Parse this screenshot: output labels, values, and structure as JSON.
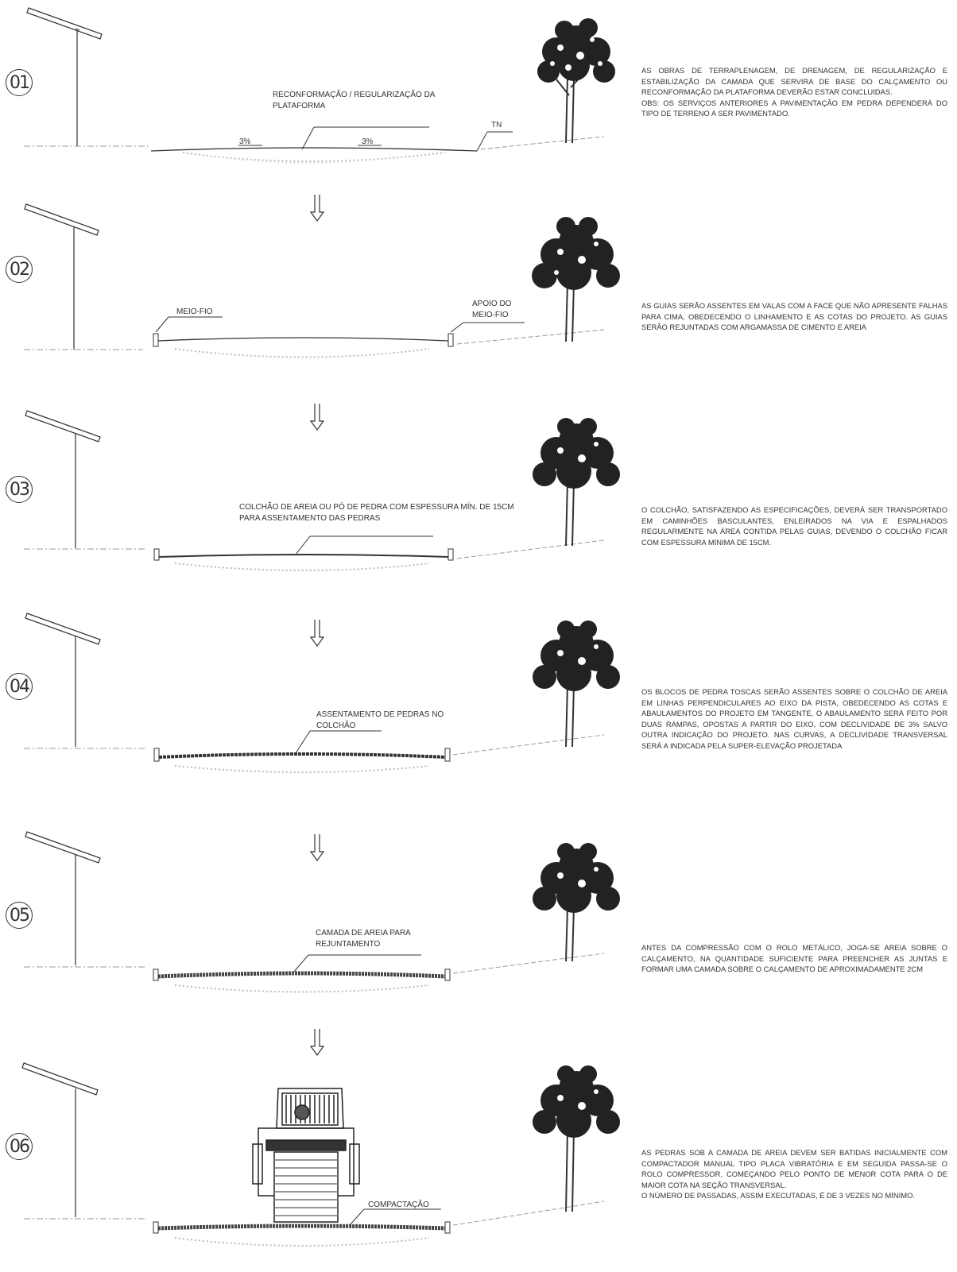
{
  "steps": [
    {
      "number": "01",
      "labels": [
        "RECONFORMAÇÃO / REGULARIZAÇÃO DA PLATAFORMA",
        "3%",
        "3%",
        "TN"
      ],
      "description": "AS OBRAS DE TERRAPLENAGEM, DE DRENAGEM, DE REGULARIZAÇÃO E ESTABILIZAÇÃO DA CAMADA QUE SERVIRA DE BASE DO CALÇAMENTO OU RECONFORMAÇÃO DA PLATAFORMA DEVERÃO ESTAR CONCLUIDAS.",
      "note": "OBS: OS SERVIÇOS ANTERIORES A PAVIMENTAÇÃO EM PEDRA DEPENDERÁ DO TIPO DE TERRENO A SER PAVIMENTADO."
    },
    {
      "number": "02",
      "labels": [
        "MEIO-FIO",
        "APOIO DO MEIO-FIO"
      ],
      "description": "AS GUIAS SERÃO ASSENTES EM VALAS COM A FACE QUE NÃO APRESENTE FALHAS PARA CIMA, OBEDECENDO O LINHAMENTO E AS COTAS DO PROJETO. AS GUIAS SERÃO REJUNTADAS COM ARGAMASSA DE CIMENTO E AREIA"
    },
    {
      "number": "03",
      "labels": [
        "COLCHÃO DE AREIA OU PÓ DE PEDRA COM ESPESSURA MÍN. DE 15CM PARA ASSENTAMENTO DAS PEDRAS"
      ],
      "description": "O COLCHÃO, SATISFAZENDO AS ESPECIFICAÇÕES, DEVERÁ SER TRANSPORTADO EM CAMINHÕES BASCULANTES, ENLEIRADOS NA VIA E ESPALHADOS REGULARMENTE NA ÁREA CONTIDA PELAS GUIAS, DEVENDO O COLCHÃO FICAR COM ESPESSURA MÍNIMA DE 15CM."
    },
    {
      "number": "04",
      "labels": [
        "ASSENTAMENTO DE PEDRAS NO COLCHÃO"
      ],
      "description": "OS BLOCOS DE PEDRA TOSCAS SERÃO ASSENTES SOBRE O COLCHÃO DE AREIA EM LINHAS PERPENDICULARES AO EIXO DA PISTA, OBEDECENDO AS COTAS E ABAULAMENTOS DO PROJETO EM TANGENTE, O ABAULAMENTO SERÁ FEITO POR DUAS RAMPAS, OPOSTAS A PARTIR DO EIXO, COM DECLIVIDADE DE 3% SALVO OUTRA INDICAÇÃO DO PROJETO. NAS CURVAS, A DECLIVIDADE TRANSVERSAL SERÁ A INDICADA PELA SUPER-ELEVAÇÃO PROJETADA"
    },
    {
      "number": "05",
      "labels": [
        "CAMADA DE AREIA PARA REJUNTAMENTO"
      ],
      "description": "ANTES DA COMPRESSÃO COM O ROLO METÁLICO, JOGA-SE AREIA SOBRE O CALÇAMENTO, NA QUANTIDADE SUFICIENTE PARA PREENCHER AS JUNTAS E FORMAR UMA CAMADA SOBRE O CALÇAMENTO DE APROXIMADAMENTE 2CM"
    },
    {
      "number": "06",
      "labels": [
        "COMPACTAÇÃO"
      ],
      "description": "AS PEDRAS SOB A CAMADA DE AREIA DEVEM SER BATIDAS INICIALMENTE COM COMPACTADOR MANUAL TIPO PLACA VIBRATÓRIA E EM SEGUIDA PASSA-SE O ROLO COMPRESSOR, COMEÇANDO PELO PONTO DE MENOR COTA PARA O DE MAIOR COTA NA SEÇÃO TRANSVERSAL.",
      "note": "O NÚMERO DE PASSADAS, ASSIM EXECUTADAS, É DE 3 VEZES NO MÍNIMO."
    }
  ]
}
